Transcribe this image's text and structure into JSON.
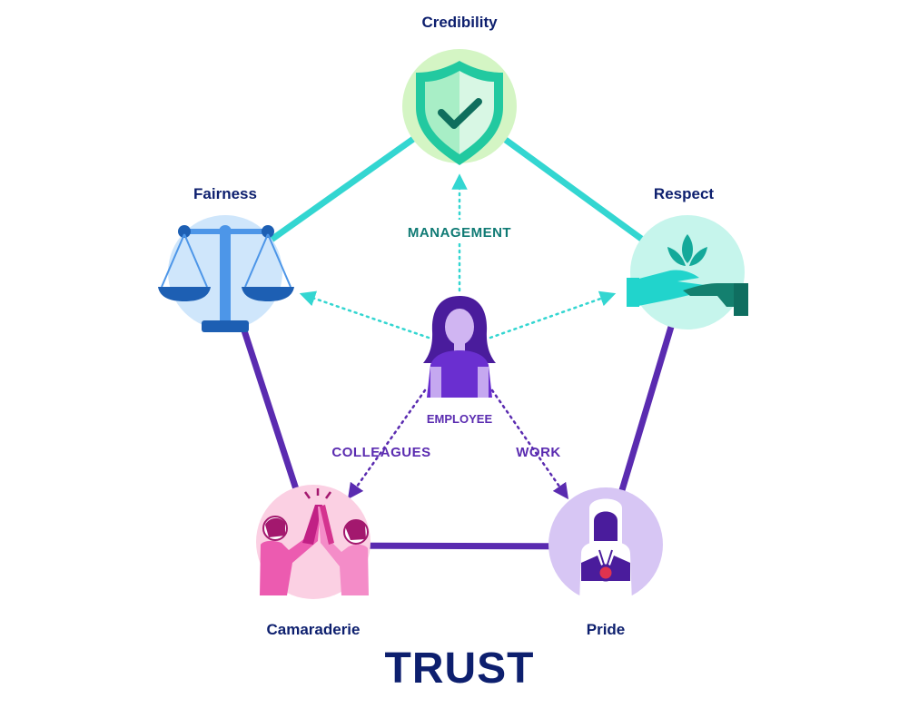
{
  "title": "TRUST",
  "center": {
    "label": "EMPLOYEE",
    "icon": "employee-woman-icon"
  },
  "nodes": {
    "credibility": {
      "label": "Credibility",
      "icon": "shield-check-icon",
      "color": "#d4f5c4"
    },
    "respect": {
      "label": "Respect",
      "icon": "hands-lotus-icon",
      "color": "#c6f5ec"
    },
    "pride": {
      "label": "Pride",
      "icon": "medal-person-icon",
      "color": "#d7c6f4"
    },
    "camaraderie": {
      "label": "Camaraderie",
      "icon": "high-five-icon",
      "color": "#fbd0e3"
    },
    "fairness": {
      "label": "Fairness",
      "icon": "scales-icon",
      "color": "#cfe6fb"
    }
  },
  "relations": {
    "management": "MANAGEMENT",
    "colleagues": "COLLEAGUES",
    "work": "WORK"
  },
  "colors": {
    "teal_edge": "#33d6d1",
    "purple_edge": "#5a2bb0",
    "management_text": "#0f7a74",
    "relation_text": "#5a2bb0",
    "title": "#0d1f6e"
  }
}
